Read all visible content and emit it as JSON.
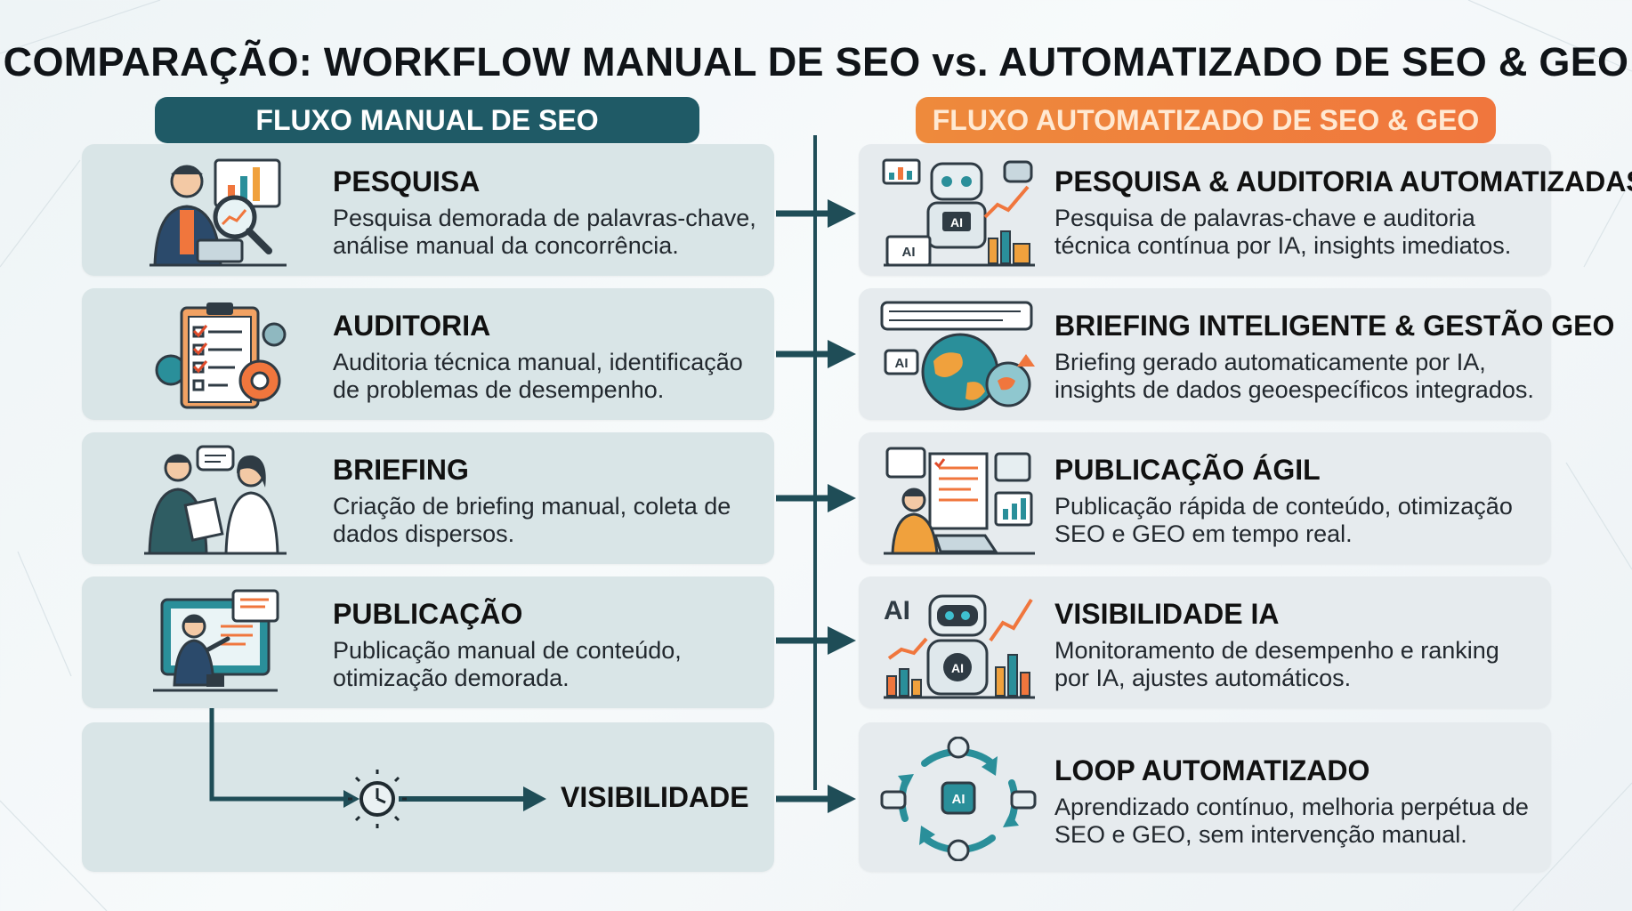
{
  "title": "COMPARAÇÃO: WORKFLOW MANUAL DE SEO vs.  AUTOMATIZADO DE SEO & GEO",
  "left_header": "FLUXO MANUAL DE SEO",
  "right_header": "FLUXO AUTOMATIZADO DE SEO & GEO",
  "manual_steps": [
    {
      "heading": "PESQUISA",
      "desc": "Pesquisa demorada de palavras-chave, análise manual da concorrência.",
      "icon": "researcher-magnifier-icon"
    },
    {
      "heading": "AUDITORIA",
      "desc": "Auditoria técnica manual, identificação de problemas de desempenho.",
      "icon": "clipboard-gears-icon"
    },
    {
      "heading": "BRIEFING",
      "desc": "Criação de briefing manual, coleta de dados dispersos.",
      "icon": "two-people-talking-icon"
    },
    {
      "heading": "PUBLICAÇÃO",
      "desc": "Publicação manual de conteúdo, otimização demorada.",
      "icon": "person-at-screen-icon"
    }
  ],
  "manual_visibility": {
    "label": "VISIBILIDADE",
    "icon": "clock-icon"
  },
  "automated_steps": [
    {
      "heading": "PESQUISA & AUDITORIA AUTOMATIZADAS",
      "desc": "Pesquisa de palavras-chave e auditoria técnica contínua por IA, insights imediatos.",
      "icon": "ai-robot-charts-icon"
    },
    {
      "heading": "BRIEFING INTELIGENTE & GESTÃO GEO",
      "desc": "Briefing gerado automaticamente por IA, insights de dados geoespecíficos integrados.",
      "icon": "globe-ai-icon"
    },
    {
      "heading": "PUBLICAÇÃO ÁGIL",
      "desc": "Publicação rápida de conteúdo, otimização SEO e GEO em tempo real.",
      "icon": "person-laptop-documents-icon"
    },
    {
      "heading": "VISIBILIDADE IA",
      "desc": "Monitoramento de desempenho e ranking por IA, ajustes automáticos.",
      "icon": "ai-robot-growth-icon"
    },
    {
      "heading": "LOOP AUTOMATIZADO",
      "desc": "Aprendizado contínuo, melhoria perpétua de SEO e GEO, sem intervenção manual.",
      "icon": "ai-loop-cycle-icon"
    }
  ],
  "icon_labels": {
    "ai": "AI"
  },
  "colors": {
    "teal": "#1f5a66",
    "orange": "#f0763d",
    "arrow": "#1f4d57"
  }
}
